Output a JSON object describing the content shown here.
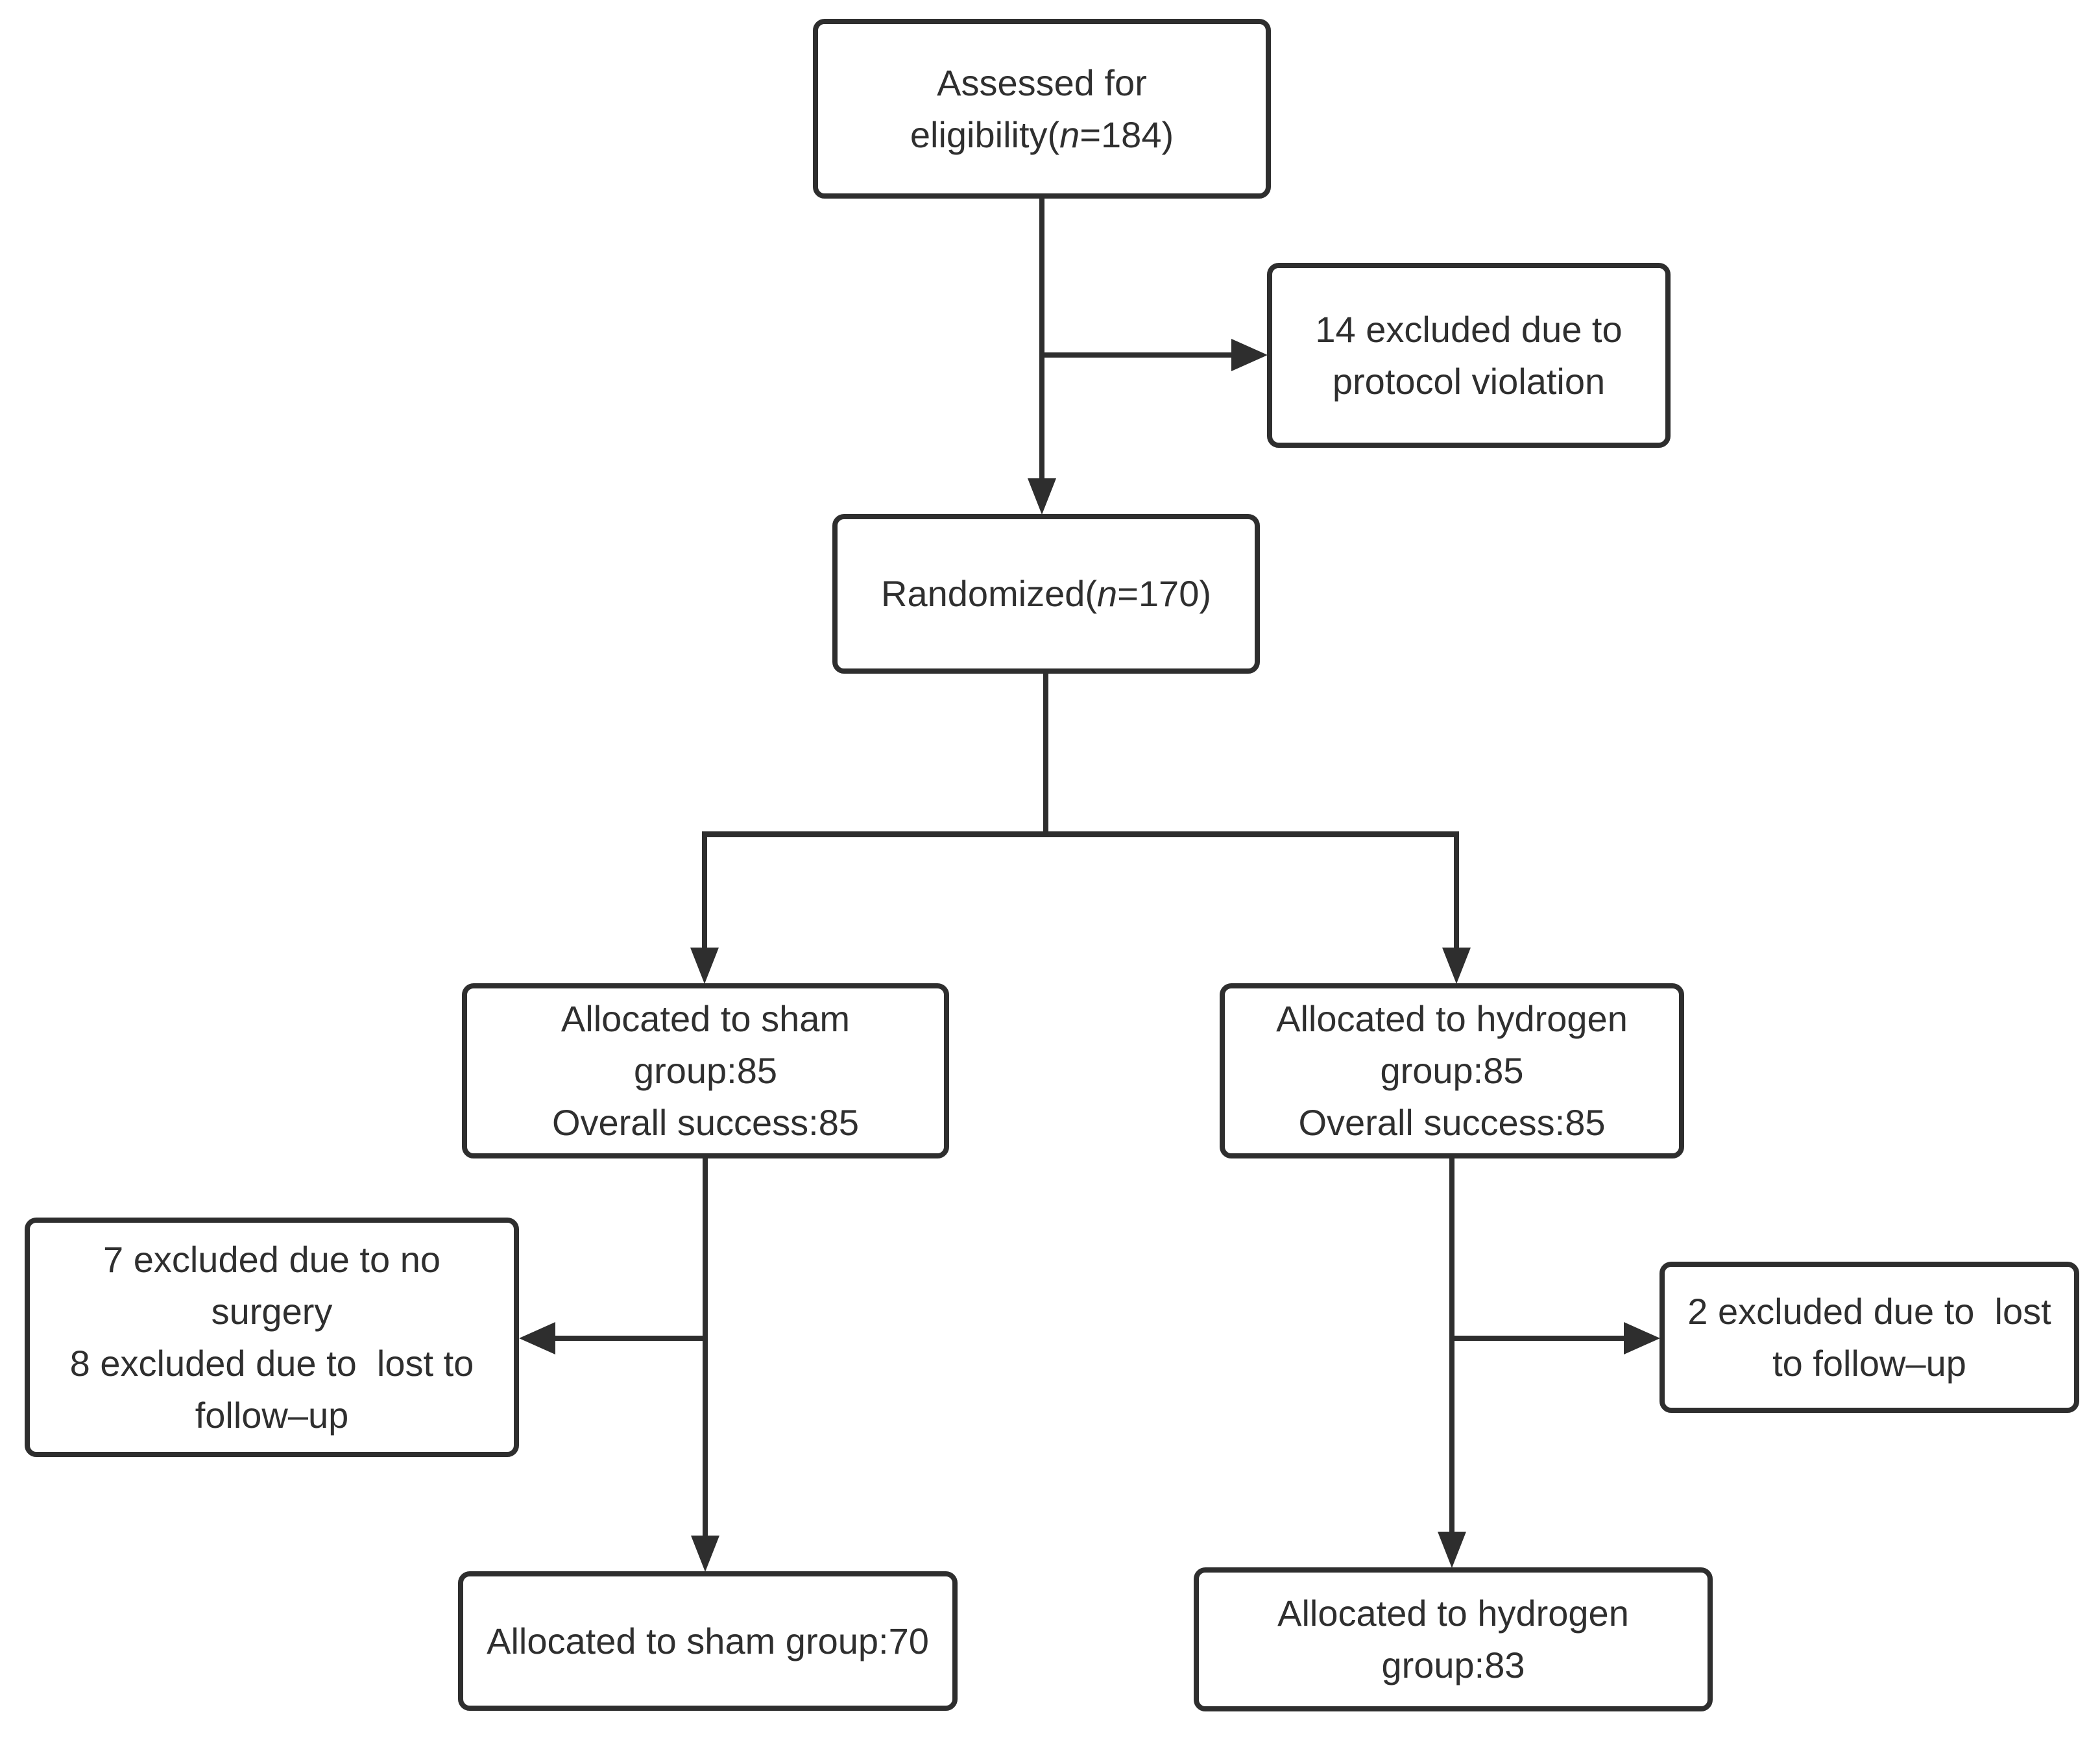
{
  "diagram": {
    "kind": "flowchart",
    "colors": {
      "background": "#ffffff",
      "box_fill": "#ffffff",
      "box_border": "#2e2e2e",
      "line": "#2e2e2e",
      "text": "#2f2f2f"
    },
    "nodes": {
      "assessed": {
        "line1": "Assessed for",
        "line2_pre": "eligibility(",
        "line2_italic": "n",
        "line2_post": "=184)"
      },
      "excluded_protocol": {
        "line1": "14 excluded due to",
        "line2": "protocol violation"
      },
      "randomized": {
        "pre": "Randomized(",
        "italic": "n",
        "post": "=170)"
      },
      "allocated_sham": {
        "line1": "Allocated to sham",
        "line2": "group:85",
        "line3": "Overall success:85"
      },
      "allocated_hydrogen": {
        "line1": "Allocated to hydrogen",
        "line2": "group:85",
        "line3": "Overall success:85"
      },
      "excluded_sham": {
        "line1": "7 excluded due to no",
        "line2": "surgery",
        "line3": "8 excluded due to  lost to",
        "line4": "follow–up"
      },
      "excluded_hydrogen": {
        "line1": "2 excluded due to  lost",
        "line2": "to follow–up"
      },
      "final_sham": {
        "line1": "Allocated to sham group:70"
      },
      "final_hydrogen": {
        "line1": "Allocated to hydrogen",
        "line2": "group:83"
      }
    },
    "edges": [
      {
        "from": "assessed",
        "to": "randomized"
      },
      {
        "from": "assessed",
        "to": "excluded_protocol"
      },
      {
        "from": "randomized",
        "to": "allocated_sham"
      },
      {
        "from": "randomized",
        "to": "allocated_hydrogen"
      },
      {
        "from": "allocated_sham",
        "to": "excluded_sham"
      },
      {
        "from": "allocated_sham",
        "to": "final_sham"
      },
      {
        "from": "allocated_hydrogen",
        "to": "excluded_hydrogen"
      },
      {
        "from": "allocated_hydrogen",
        "to": "final_hydrogen"
      }
    ]
  }
}
